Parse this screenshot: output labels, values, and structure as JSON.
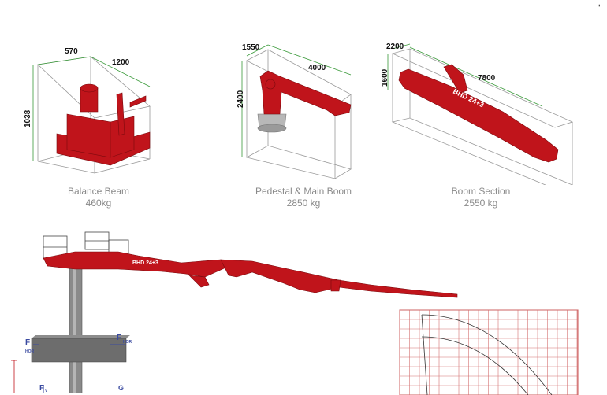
{
  "components": [
    {
      "name": "Balance Beam",
      "weight": "460kg",
      "dims": {
        "width": "570",
        "length": "1200",
        "height": "1038"
      }
    },
    {
      "name": "Pedestal & Main Boom",
      "weight": "2850 kg",
      "dims": {
        "width": "1550",
        "length": "4000",
        "height": "2400"
      }
    },
    {
      "name": "Boom Section",
      "weight": "2550 kg",
      "dims": {
        "width": "2200",
        "length": "7800",
        "height": "1600"
      },
      "label": "BHD 24+3"
    }
  ],
  "assembly": {
    "boom_label": "BHD 24+3",
    "force_labels": {
      "f_h": "F",
      "f_h_sub": "HOR",
      "f_hor": "F",
      "f_hor_sub": "HOR",
      "f_v": "F",
      "f_v_sub": "V",
      "g": "G"
    }
  },
  "colors": {
    "red": "#c0141b",
    "dark_red": "#8a0d12",
    "grid": "#c85050",
    "caption": "#8a8a8a"
  },
  "icons": {
    "corner": "comma-mark"
  }
}
